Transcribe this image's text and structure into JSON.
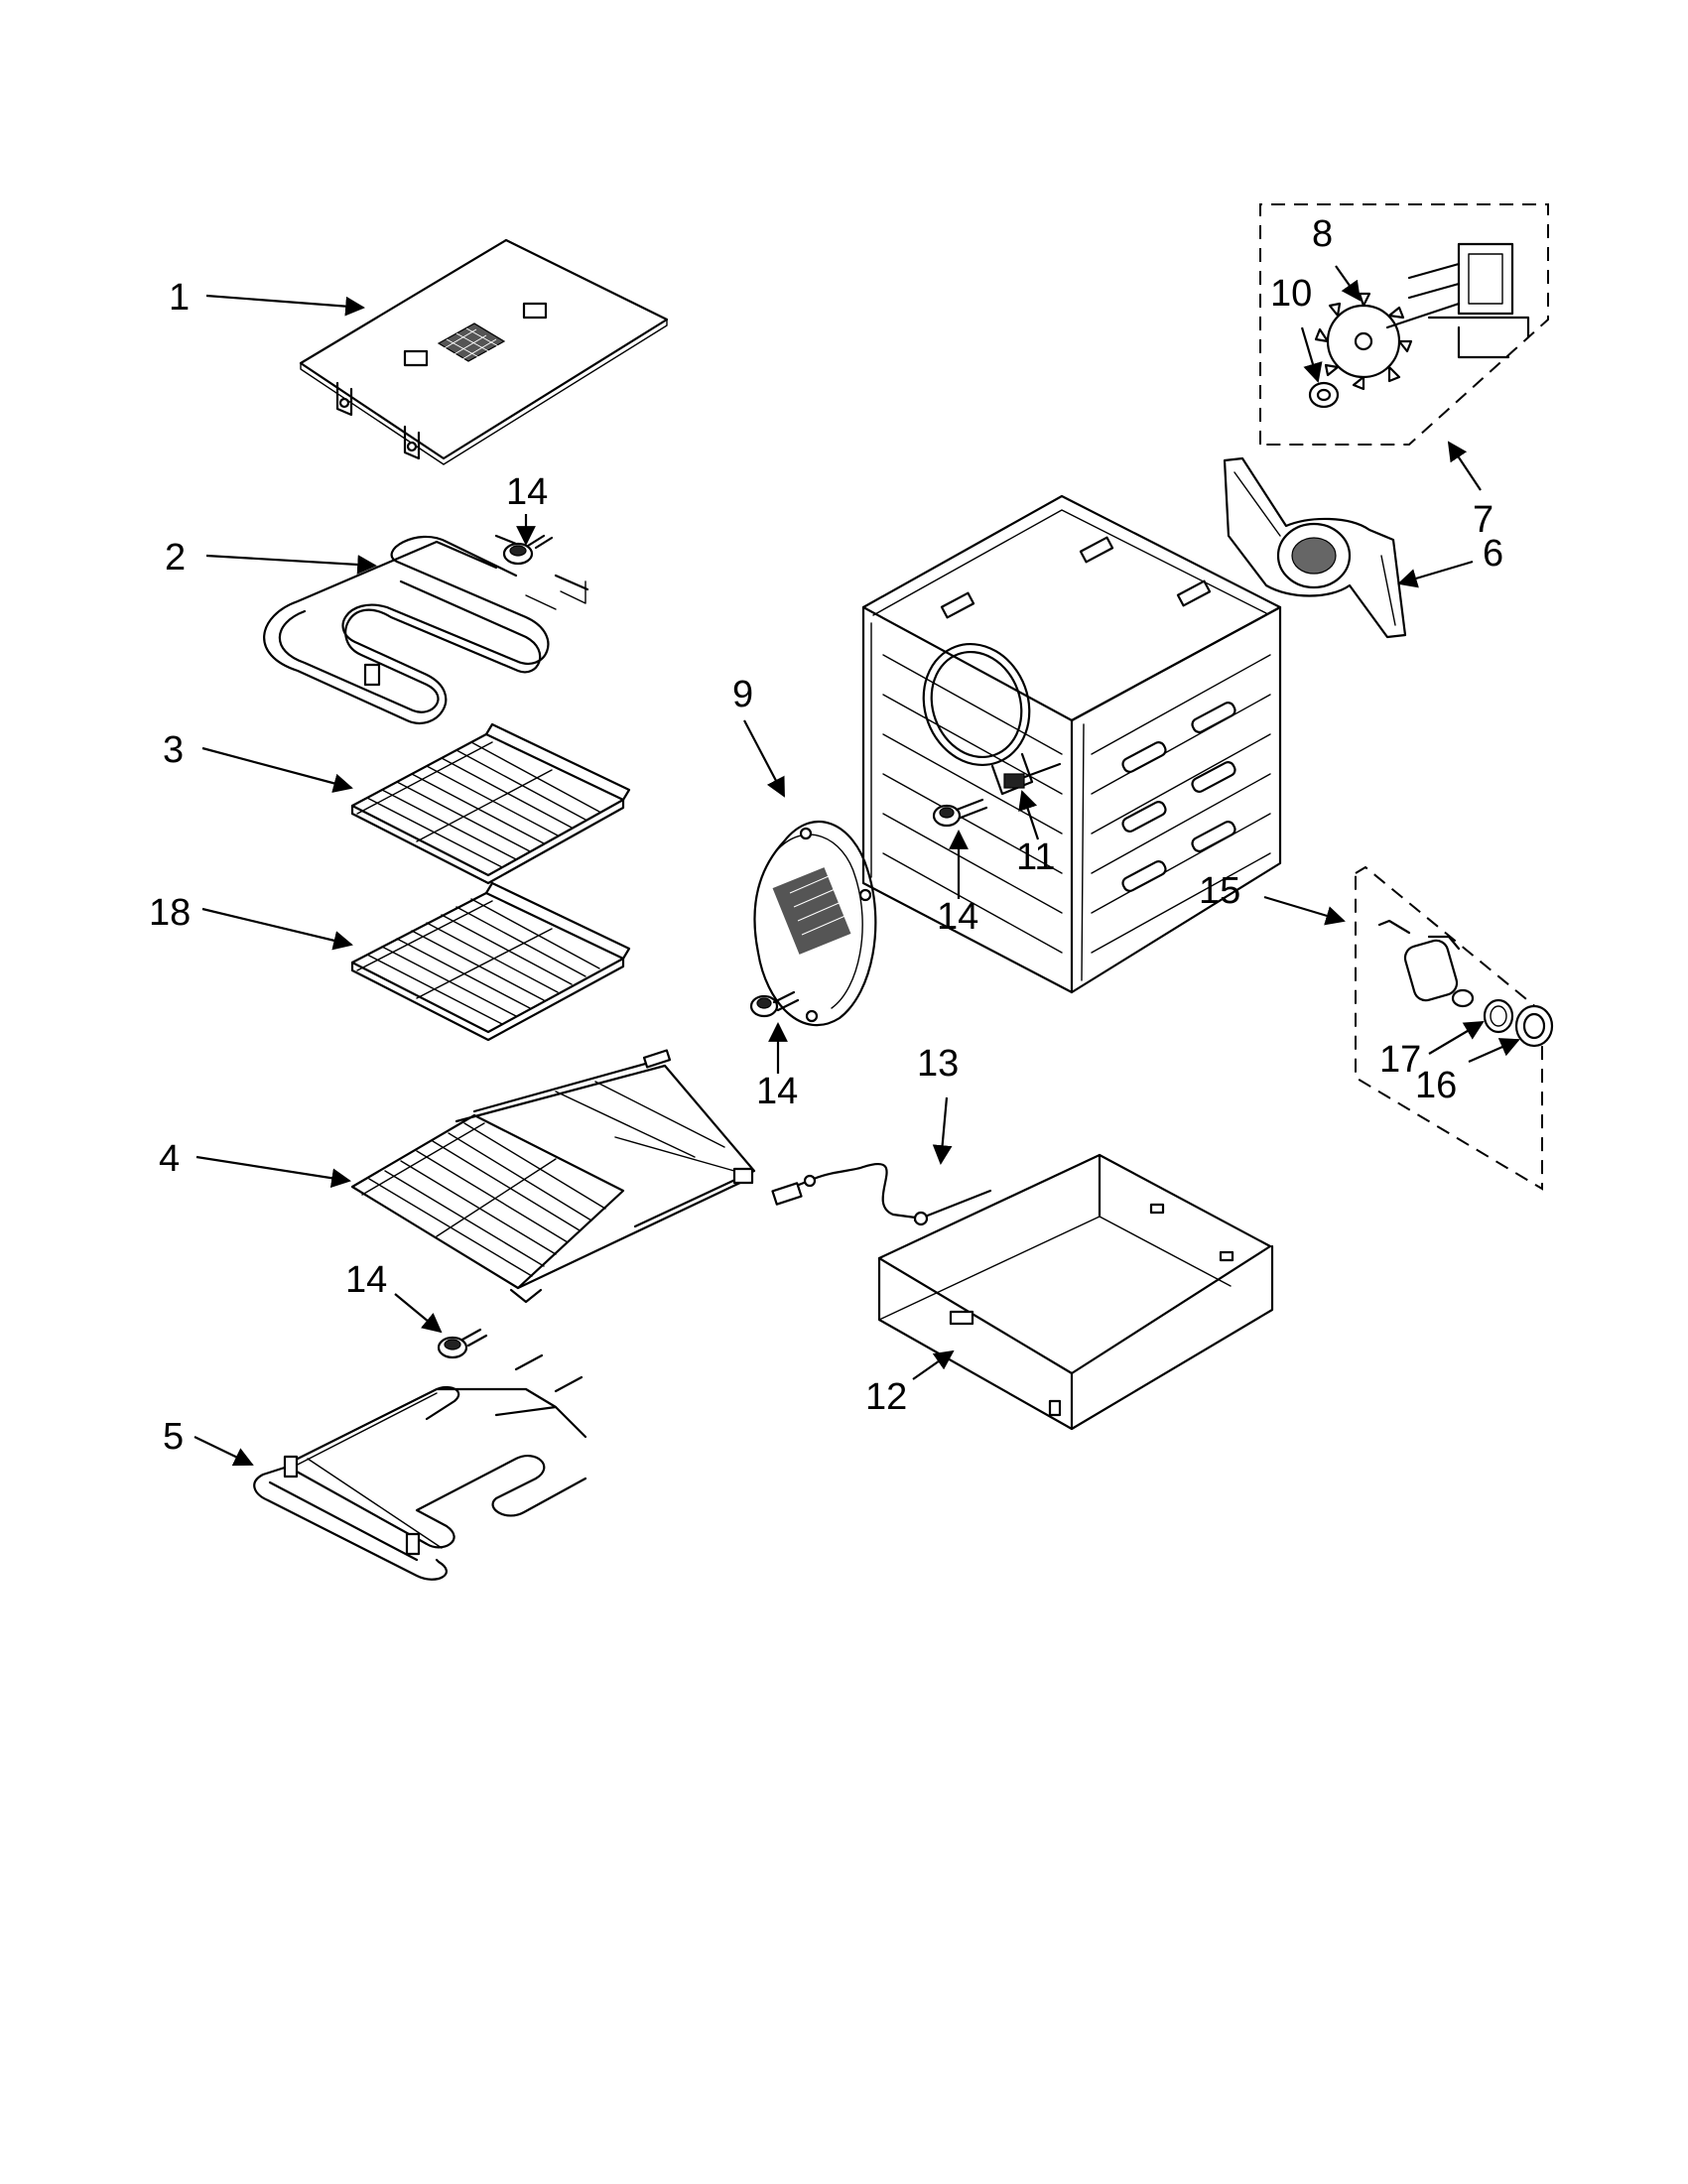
{
  "callouts": {
    "c1": "1",
    "c2": "2",
    "c3": "3",
    "c18": "18",
    "c4": "4",
    "c5": "5",
    "c14a": "14",
    "c14b": "14",
    "c14c": "14",
    "c14d": "14",
    "c9": "9",
    "c11": "11",
    "c8": "8",
    "c10": "10",
    "c7": "7",
    "c6": "6",
    "c15": "15",
    "c17": "17",
    "c16": "16",
    "c13": "13",
    "c12": "12"
  }
}
